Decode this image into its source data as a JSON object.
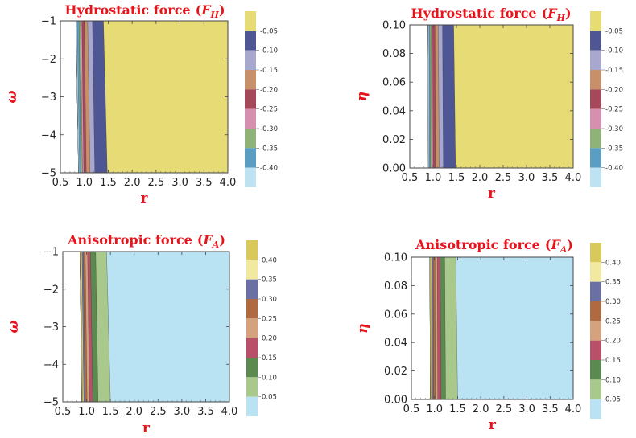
{
  "chart_data": [
    {
      "type": "contour",
      "title": "Hydrostatic force",
      "title_symbol": "F",
      "title_subscript": "H",
      "xlabel": "r",
      "ylabel": "ω",
      "xlim": [
        0.5,
        4.0
      ],
      "ylim": [
        -5,
        -1
      ],
      "xticks": [
        "0.5",
        "1.0",
        "1.5",
        "2.0",
        "2.5",
        "3.0",
        "3.5",
        "4.0"
      ],
      "yticks": [
        "−5",
        "−4",
        "−3",
        "−2",
        "−1"
      ],
      "legend_ticks": [
        "-0.05",
        "-0.10",
        "-0.15",
        "-0.20",
        "-0.25",
        "-0.30",
        "-0.35",
        "-0.40"
      ],
      "legend_colors": [
        "#e6db74",
        "#4e5694",
        "#a8a8cf",
        "#c89068",
        "#a5495a",
        "#d68fae",
        "#8fb279",
        "#5b9ec4",
        "#bde2f2"
      ],
      "bands": [
        {
          "r_bottom": 0.9,
          "r_top": 0.85,
          "color": "#bde2f2"
        },
        {
          "r_bottom": 0.93,
          "r_top": 0.89,
          "color": "#5b9ec4"
        },
        {
          "r_bottom": 0.96,
          "r_top": 0.92,
          "color": "#8fb279"
        },
        {
          "r_bottom": 0.99,
          "r_top": 0.95,
          "color": "#d68fae"
        },
        {
          "r_bottom": 1.04,
          "r_top": 1.0,
          "color": "#a5495a"
        },
        {
          "r_bottom": 1.12,
          "r_top": 1.07,
          "color": "#c89068"
        },
        {
          "r_bottom": 1.22,
          "r_top": 1.17,
          "color": "#a8a8cf"
        },
        {
          "r_bottom": 1.48,
          "r_top": 1.4,
          "color": "#4e5694"
        },
        {
          "r_bottom": 4.0,
          "r_top": 4.0,
          "color": "#e6db74"
        }
      ]
    },
    {
      "type": "contour",
      "title": "Hydrostatic force",
      "title_symbol": "F",
      "title_subscript": "H",
      "xlabel": "r",
      "ylabel": "η",
      "xlim": [
        0.5,
        4.0
      ],
      "ylim": [
        0.0,
        0.1
      ],
      "xticks": [
        "0.5",
        "1.0",
        "1.5",
        "2.0",
        "2.5",
        "3.0",
        "3.5",
        "4.0"
      ],
      "yticks": [
        "0.00",
        "0.02",
        "0.04",
        "0.06",
        "0.08",
        "0.10"
      ],
      "legend_ticks": [
        "-0.05",
        "-0.10",
        "-0.15",
        "-0.20",
        "-0.25",
        "-0.30",
        "-0.35",
        "-0.40"
      ],
      "legend_colors": [
        "#e6db74",
        "#4e5694",
        "#a8a8cf",
        "#c89068",
        "#a5495a",
        "#d68fae",
        "#8fb279",
        "#5b9ec4",
        "#bde2f2"
      ],
      "bands": [
        {
          "r_bottom": 0.92,
          "r_top": 0.91,
          "color": "#bde2f2"
        },
        {
          "r_bottom": 0.94,
          "r_top": 0.93,
          "color": "#5b9ec4"
        },
        {
          "r_bottom": 0.97,
          "r_top": 0.96,
          "color": "#8fb279"
        },
        {
          "r_bottom": 1.0,
          "r_top": 0.99,
          "color": "#d68fae"
        },
        {
          "r_bottom": 1.05,
          "r_top": 1.04,
          "color": "#a5495a"
        },
        {
          "r_bottom": 1.13,
          "r_top": 1.11,
          "color": "#c89068"
        },
        {
          "r_bottom": 1.22,
          "r_top": 1.2,
          "color": "#a8a8cf"
        },
        {
          "r_bottom": 1.48,
          "r_top": 1.44,
          "color": "#4e5694"
        },
        {
          "r_bottom": 4.0,
          "r_top": 4.0,
          "color": "#e6db74"
        }
      ]
    },
    {
      "type": "contour",
      "title": "Anisotropic force",
      "title_symbol": "F",
      "title_subscript": "A",
      "xlabel": "r",
      "ylabel": "ω",
      "xlim": [
        0.5,
        4.0
      ],
      "ylim": [
        -5,
        -1
      ],
      "xticks": [
        "0.5",
        "1.0",
        "1.5",
        "2.0",
        "2.5",
        "3.0",
        "3.5",
        "4.0"
      ],
      "yticks": [
        "−5",
        "−4",
        "−3",
        "−2",
        "−1"
      ],
      "legend_ticks": [
        "0.40",
        "0.35",
        "0.30",
        "0.25",
        "0.20",
        "0.15",
        "0.10",
        "0.05"
      ],
      "legend_colors": [
        "#d9c95c",
        "#f2e9a0",
        "#6a6fa4",
        "#b06a42",
        "#d4a27c",
        "#b8506a",
        "#5a8a50",
        "#a9c98c",
        "#b9e2f3"
      ],
      "bands": [
        {
          "r_bottom": 0.92,
          "r_top": 0.88,
          "color": "#d9c95c"
        },
        {
          "r_bottom": 0.94,
          "r_top": 0.9,
          "color": "#f2e9a0"
        },
        {
          "r_bottom": 0.97,
          "r_top": 0.93,
          "color": "#6a6fa4"
        },
        {
          "r_bottom": 1.01,
          "r_top": 0.97,
          "color": "#b06a42"
        },
        {
          "r_bottom": 1.06,
          "r_top": 1.02,
          "color": "#d4a27c"
        },
        {
          "r_bottom": 1.13,
          "r_top": 1.08,
          "color": "#b8506a"
        },
        {
          "r_bottom": 1.24,
          "r_top": 1.19,
          "color": "#5a8a50"
        },
        {
          "r_bottom": 1.5,
          "r_top": 1.42,
          "color": "#a9c98c"
        },
        {
          "r_bottom": 4.0,
          "r_top": 4.0,
          "color": "#b9e2f3"
        }
      ]
    },
    {
      "type": "contour",
      "title": "Anisotropic force",
      "title_symbol": "F",
      "title_subscript": "A",
      "xlabel": "r",
      "ylabel": "η",
      "xlim": [
        0.5,
        4.0
      ],
      "ylim": [
        0.0,
        0.1
      ],
      "xticks": [
        "0.5",
        "1.0",
        "1.5",
        "2.0",
        "2.5",
        "3.0",
        "3.5",
        "4.0"
      ],
      "yticks": [
        "0.00",
        "0.02",
        "0.04",
        "0.06",
        "0.08",
        "0.10"
      ],
      "legend_ticks": [
        "0.40",
        "0.35",
        "0.30",
        "0.25",
        "0.20",
        "0.15",
        "0.10",
        "0.05"
      ],
      "legend_colors": [
        "#d9c95c",
        "#f2e9a0",
        "#6a6fa4",
        "#b06a42",
        "#d4a27c",
        "#b8506a",
        "#5a8a50",
        "#a9c98c",
        "#b9e2f3"
      ],
      "bands": [
        {
          "r_bottom": 0.93,
          "r_top": 0.92,
          "color": "#d9c95c"
        },
        {
          "r_bottom": 0.95,
          "r_top": 0.94,
          "color": "#f2e9a0"
        },
        {
          "r_bottom": 0.98,
          "r_top": 0.97,
          "color": "#6a6fa4"
        },
        {
          "r_bottom": 1.02,
          "r_top": 1.01,
          "color": "#b06a42"
        },
        {
          "r_bottom": 1.07,
          "r_top": 1.06,
          "color": "#d4a27c"
        },
        {
          "r_bottom": 1.14,
          "r_top": 1.12,
          "color": "#b8506a"
        },
        {
          "r_bottom": 1.24,
          "r_top": 1.22,
          "color": "#5a8a50"
        },
        {
          "r_bottom": 1.5,
          "r_top": 1.46,
          "color": "#a9c98c"
        },
        {
          "r_bottom": 4.0,
          "r_top": 4.0,
          "color": "#b9e2f3"
        }
      ]
    }
  ]
}
